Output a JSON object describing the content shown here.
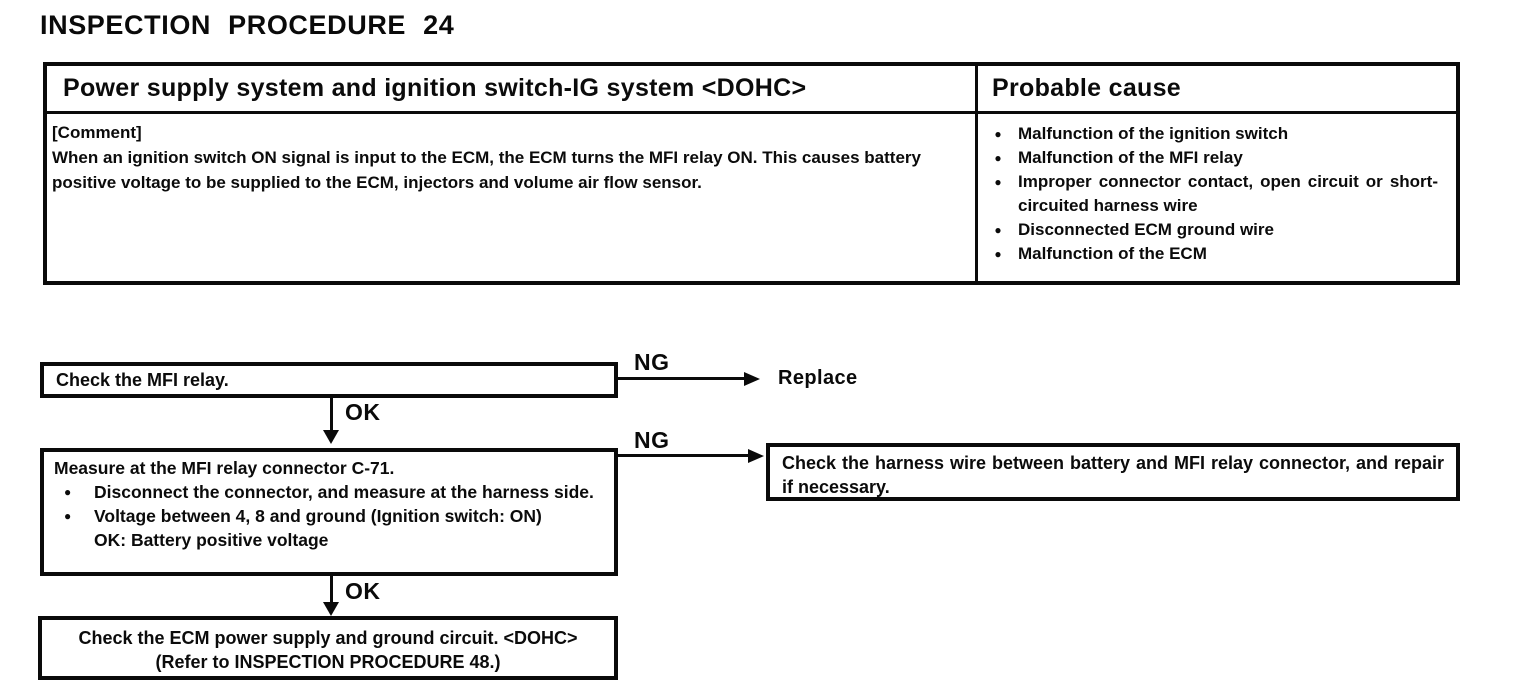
{
  "page": {
    "title": "INSPECTION PROCEDURE 24"
  },
  "table": {
    "header": {
      "system": "Power supply system and ignition switch-IG system <DOHC>",
      "probable_cause": "Probable cause"
    },
    "comment": {
      "label": "[Comment]",
      "text": "When an ignition switch ON signal is input to the ECM, the ECM turns the MFI relay ON. This causes battery positive voltage to be supplied to the ECM, injectors and volume air flow sensor."
    },
    "bullet_glyph": "●",
    "causes": [
      "Malfunction of the ignition switch",
      "Malfunction of the MFI relay",
      "Improper connector contact, open circuit or short-circuited harness wire",
      "Disconnected ECM ground wire",
      "Malfunction of the ECM"
    ]
  },
  "flowchart": {
    "labels": {
      "ng": "NG",
      "ok": "OK",
      "replace": "Replace"
    },
    "step1": {
      "text": "Check the MFI relay."
    },
    "step2": {
      "title": "Measure at the MFI relay connector C-71.",
      "bullets": [
        "Disconnect the connector, and measure at the harness side.",
        "Voltage between 4, 8 and ground (Ignition switch: ON)"
      ],
      "ok_result": "OK: Battery positive voltage"
    },
    "ng_action2": "Check the harness wire between battery and MFI relay connector, and repair if necessary.",
    "step3": {
      "line1": "Check the ECM power supply and ground circuit. <DOHC>",
      "line2": "(Refer to INSPECTION PROCEDURE 48.)"
    }
  }
}
